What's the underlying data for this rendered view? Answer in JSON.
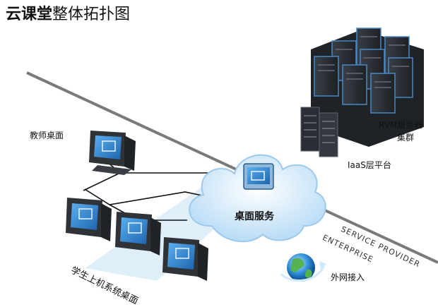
{
  "title": {
    "bold_part": "云课堂",
    "rest": "整体拓扑图"
  },
  "labels": {
    "teacher_desktop": "教师桌面",
    "student_desktops": "学生上机系统桌面",
    "desktop_service": "桌面服务",
    "rvm_cluster_line1": "RVM服务器",
    "rvm_cluster_line2": "集群",
    "iaas_layer": "IaaS层平台",
    "internet_access": "外网接入",
    "service_provider": "SERVICE PROVIDER",
    "enterprise": "ENTERPRISE"
  },
  "colors": {
    "divider": "#6e6e6e",
    "cloud": "#cfe9fb",
    "beam": "#d8ecfb",
    "monitor_body": "#2f3338",
    "screen": "#2b7ec9",
    "server_dark": "#2c3036",
    "server_accent": "#3d8fd6"
  }
}
